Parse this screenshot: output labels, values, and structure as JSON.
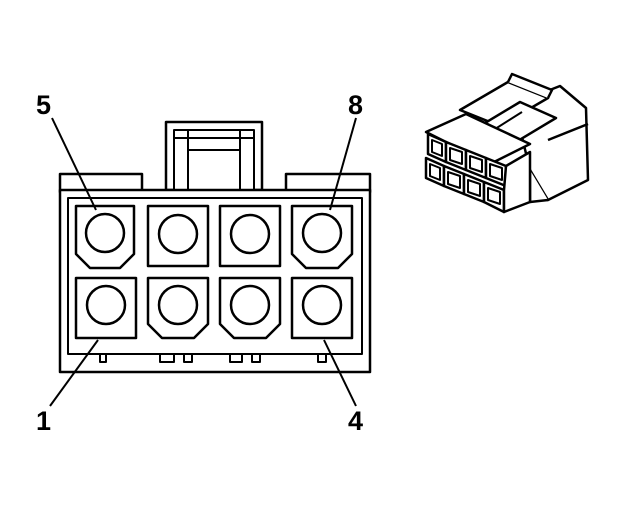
{
  "connector": {
    "pin_labels": {
      "top_left": "5",
      "top_right": "8",
      "bottom_left": "1",
      "bottom_right": "4"
    },
    "cavity_count": 8
  },
  "colors": {
    "line": "#000000",
    "background": "#ffffff"
  }
}
